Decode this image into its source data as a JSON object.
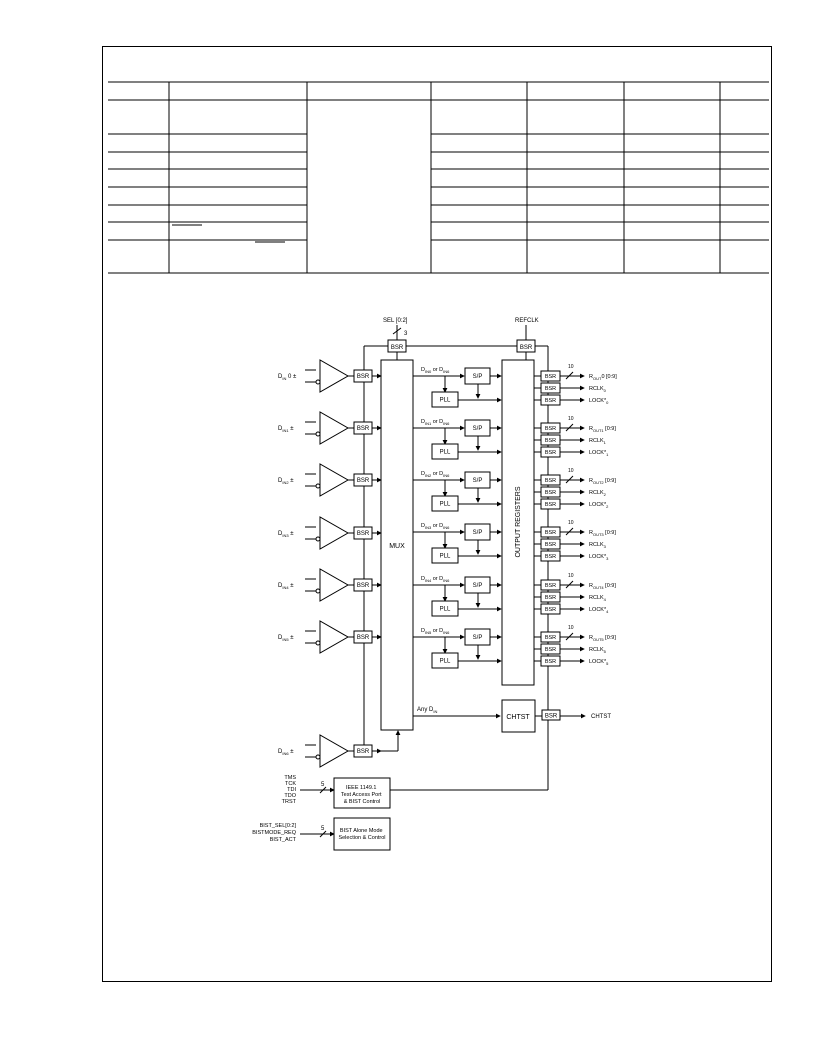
{
  "diagram": {
    "sel_label": "SEL [0:2]",
    "sel_width": "3",
    "refclk_label": "REFCLK",
    "bsr_label": "BSR",
    "mux_label": "MUX",
    "pll_label": "PLL",
    "sp_label": "S/P",
    "output_registers_label": "OUTPUT REGISTERS",
    "chtst_label": "CHTST",
    "chtst_out_label": "CHTST",
    "any_din_label": "Any D",
    "any_din_sub": "IN",
    "bus_width": "10",
    "inputs": [
      {
        "name": "D",
        "sub": "IN",
        "idx": "0",
        "suffix": " ±"
      },
      {
        "name": "D",
        "sub": "IN1",
        "idx": "",
        "suffix": " ±"
      },
      {
        "name": "D",
        "sub": "IN2",
        "idx": "",
        "suffix": " ±"
      },
      {
        "name": "D",
        "sub": "IN3",
        "idx": "",
        "suffix": " ±"
      },
      {
        "name": "D",
        "sub": "IN4",
        "idx": "",
        "suffix": " ±"
      },
      {
        "name": "D",
        "sub": "IN5",
        "idx": "",
        "suffix": " ±"
      },
      {
        "name": "D",
        "sub": "IN6",
        "idx": "",
        "suffix": " ±"
      }
    ],
    "channels": [
      {
        "mux_a": "IN0",
        "mux_b": "IN6",
        "rout": "R",
        "rout_sub": "OUT",
        "rout_idx": "0",
        "rout_bits": "[0:9]",
        "rclk_sub": "0",
        "lock_sub": "0"
      },
      {
        "mux_a": "IN1",
        "mux_b": "IN6",
        "rout": "R",
        "rout_sub": "OUT1",
        "rout_idx": "",
        "rout_bits": "[0:9]",
        "rclk_sub": "1",
        "lock_sub": "1"
      },
      {
        "mux_a": "IN2",
        "mux_b": "IN6",
        "rout": "R",
        "rout_sub": "OUT2",
        "rout_idx": "",
        "rout_bits": "[0:9]",
        "rclk_sub": "2",
        "lock_sub": "2"
      },
      {
        "mux_a": "IN3",
        "mux_b": "IN6",
        "rout": "R",
        "rout_sub": "OUT3",
        "rout_idx": "",
        "rout_bits": "[0:9]",
        "rclk_sub": "3",
        "lock_sub": "3"
      },
      {
        "mux_a": "IN4",
        "mux_b": "IN6",
        "rout": "R",
        "rout_sub": "OUT4",
        "rout_idx": "",
        "rout_bits": "[0:9]",
        "rclk_sub": "4",
        "lock_sub": "4"
      },
      {
        "mux_a": "IN5",
        "mux_b": "IN6",
        "rout": "R",
        "rout_sub": "OUT5",
        "rout_idx": "",
        "rout_bits": "[0:9]",
        "rclk_sub": "5",
        "lock_sub": "5"
      }
    ],
    "mux_or": "or",
    "rclk_text": "RCLK",
    "lock_text": "LOCK*",
    "jtag_pins": [
      "TMS",
      "TCK",
      "TDI",
      "TDO",
      "TRST"
    ],
    "jtag_width": "5",
    "jtag_block": [
      "IEEE 1149.1",
      "Test Access Port",
      "& BIST Control"
    ],
    "bist_pins": [
      "BIST_SEL[0:2]",
      "BISTMODE_REQ",
      "BIST_ACT"
    ],
    "bist_width": "5",
    "bist_block": [
      "BIST Alone Mode",
      "Selection & Control"
    ]
  }
}
